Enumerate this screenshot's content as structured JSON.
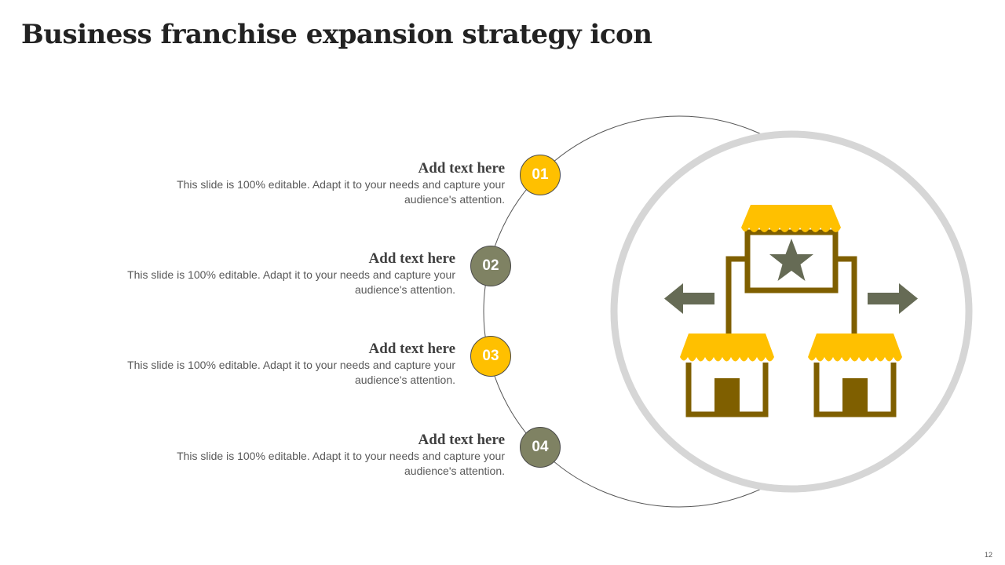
{
  "slide": {
    "title": "Business franchise expansion strategy icon",
    "page_number": "12"
  },
  "items": [
    {
      "number": "01",
      "heading": "Add text here",
      "body": "This slide is 100% editable. Adapt it to your needs and capture your audience's attention.",
      "color": "#FFC000"
    },
    {
      "number": "02",
      "heading": "Add text here",
      "body": "This slide is 100% editable. Adapt it to your needs and capture your audience's attention.",
      "color": "#7F8263"
    },
    {
      "number": "03",
      "heading": "Add text here",
      "body": "This slide is 100% editable. Adapt it to your needs and capture your audience's attention.",
      "color": "#FFC000"
    },
    {
      "number": "04",
      "heading": "Add text here",
      "body": "This slide is 100% editable. Adapt it to your needs and capture your audience's attention.",
      "color": "#7F8263"
    }
  ],
  "icon": {
    "name": "franchise-stores-icon",
    "awning_color": "#FFC000",
    "store_color": "#7F5F00",
    "arrow_color": "#666B55"
  }
}
